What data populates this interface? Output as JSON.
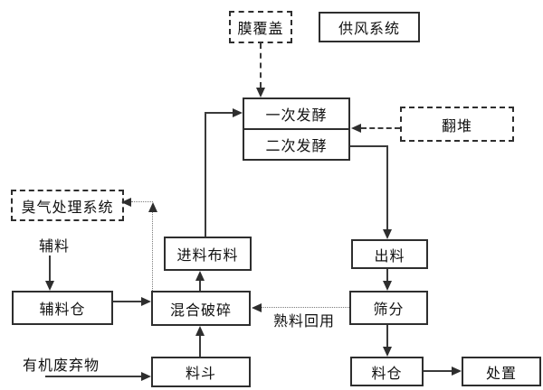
{
  "diagram": {
    "type": "process-flowchart",
    "colors": {
      "background": "#ffffff",
      "box_border": "#2e2e2e",
      "solid_line": "#3a3a3a",
      "dotted_line": "#7a7a7a",
      "text": "#111111"
    },
    "nodes": {
      "membrane_cover": {
        "label": "膜覆盖",
        "border": "dashed"
      },
      "air_supply": {
        "label": "供风系统",
        "border": "solid"
      },
      "primary_fermentation": {
        "label": "一次发酵",
        "border": "solid"
      },
      "secondary_fermentation": {
        "label": "二次发酵",
        "border": "solid"
      },
      "pile_turning": {
        "label": "翻堆",
        "border": "dashed"
      },
      "odor_treatment": {
        "label": "臭气处理系统",
        "border": "dashed"
      },
      "feeding_spreading": {
        "label": "进料布料",
        "border": "solid"
      },
      "discharge": {
        "label": "出料",
        "border": "solid"
      },
      "auxiliary_bin": {
        "label": "辅料仓",
        "border": "solid"
      },
      "mixing_crushing": {
        "label": "混合破碎",
        "border": "solid"
      },
      "screening": {
        "label": "筛分",
        "border": "solid"
      },
      "hopper": {
        "label": "料斗",
        "border": "solid"
      },
      "material_bin": {
        "label": "料仓",
        "border": "solid"
      },
      "disposal": {
        "label": "处置",
        "border": "solid"
      }
    },
    "annotations": {
      "auxiliary_material": "辅料",
      "organic_waste": "有机废弃物",
      "mature_material_reuse": "熟料回用"
    },
    "edges": [
      {
        "from": "membrane_cover",
        "to": "primary_fermentation",
        "style": "dashed"
      },
      {
        "from": "pile_turning",
        "to": "fermentation_divider",
        "style": "dashed"
      },
      {
        "from": "feeding_spreading",
        "to": "primary_fermentation",
        "style": "solid"
      },
      {
        "from": "secondary_fermentation",
        "to": "discharge",
        "style": "solid"
      },
      {
        "from": "discharge",
        "to": "screening",
        "style": "solid"
      },
      {
        "from": "screening",
        "to": "material_bin",
        "style": "solid"
      },
      {
        "from": "material_bin",
        "to": "disposal",
        "style": "solid"
      },
      {
        "from": "screening",
        "to": "mixing_crushing",
        "style": "dotted",
        "label": "熟料回用"
      },
      {
        "from": "auxiliary_material",
        "to": "auxiliary_bin",
        "style": "solid"
      },
      {
        "from": "auxiliary_bin",
        "to": "mixing_crushing",
        "style": "solid"
      },
      {
        "from": "organic_waste",
        "to": "hopper",
        "style": "solid"
      },
      {
        "from": "hopper",
        "to": "mixing_crushing",
        "style": "solid"
      },
      {
        "from": "mixing_crushing",
        "to": "feeding_spreading",
        "style": "solid"
      },
      {
        "from": "mixing_crushing",
        "to": "odor_treatment",
        "style": "dotted"
      }
    ]
  }
}
